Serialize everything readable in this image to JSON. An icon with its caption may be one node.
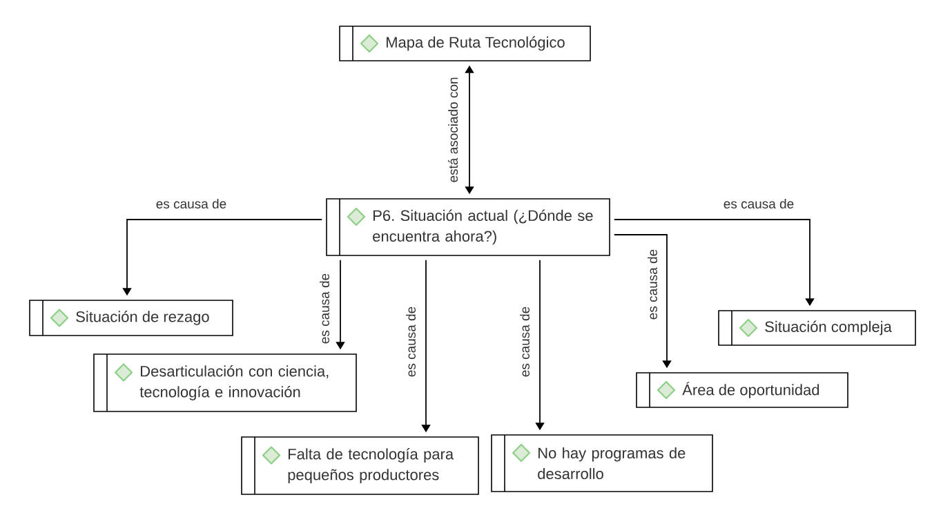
{
  "diagram": {
    "nodes": [
      {
        "text": [
          "Mapa de Ruta Tecnológico"
        ]
      },
      {
        "text": [
          "P6. Situación actual (¿Dónde se encuentra ahora?)"
        ]
      },
      {
        "text": [
          "Situación de rezago"
        ]
      },
      {
        "text": [
          "Desarticulación con ciencia, tecnología e innovación"
        ]
      },
      {
        "text": [
          "Falta de tecnología para pequeños productores"
        ]
      },
      {
        "text": [
          "No hay programas de desarrollo"
        ]
      },
      {
        "text": [
          "Área de oportunidad"
        ]
      },
      {
        "text": [
          "Situación compleja"
        ]
      }
    ],
    "edges": [
      {
        "from": 1,
        "to": 0,
        "arrow": "both",
        "label": "está asociado con"
      },
      {
        "from": 1,
        "to": 2,
        "arrow": "to",
        "label": "es causa de"
      },
      {
        "from": 1,
        "to": 3,
        "arrow": "to",
        "label": "es causa de"
      },
      {
        "from": 1,
        "to": 4,
        "arrow": "to",
        "label": "es causa de"
      },
      {
        "from": 1,
        "to": 5,
        "arrow": "to",
        "label": "es causa de"
      },
      {
        "from": 1,
        "to": 6,
        "arrow": "to",
        "label": "es causa de"
      },
      {
        "from": 1,
        "to": 7,
        "arrow": "to",
        "label": "es causa de"
      }
    ]
  }
}
